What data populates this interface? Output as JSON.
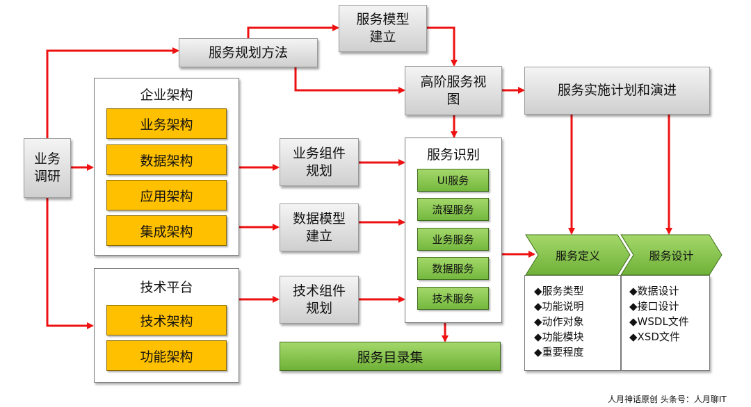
{
  "nodes": {
    "research": "业务\n调研",
    "planning_method": "服务规划方法",
    "service_model": "服务模型\n建立",
    "high_level_view": "高阶服务视\n图",
    "implementation_plan": "服务实施计划和演进",
    "business_component_planning": "业务组件\n规划",
    "data_model_building": "数据模型\n建立",
    "tech_component_planning": "技术组件\n规划",
    "service_catalog": "服务目录集"
  },
  "enterprise_architecture": {
    "title": "企业架构",
    "items": [
      "业务架构",
      "数据架构",
      "应用架构",
      "集成架构"
    ]
  },
  "tech_platform": {
    "title": "技术平台",
    "items": [
      "技术架构",
      "功能架构"
    ]
  },
  "service_identification": {
    "title": "服务识别",
    "items": [
      "UI服务",
      "流程服务",
      "业务服务",
      "数据服务",
      "技术服务"
    ]
  },
  "service_definition": {
    "title": "服务定义",
    "items": [
      "◆服务类型",
      "◆功能说明",
      "◆动作对象",
      "◆功能模块",
      "◆重要程度"
    ]
  },
  "service_design": {
    "title": "服务设计",
    "items": [
      "◆数据设计",
      "◆接口设计",
      "◆WSDL文件",
      "◆XSD文件"
    ]
  },
  "colors": {
    "arrow": "#ee1111",
    "orange": "#ffc000",
    "green": "#8cc84b",
    "gray": "#d9d9d9"
  },
  "footer": "人月神话原创   头条号：人月聊IT"
}
